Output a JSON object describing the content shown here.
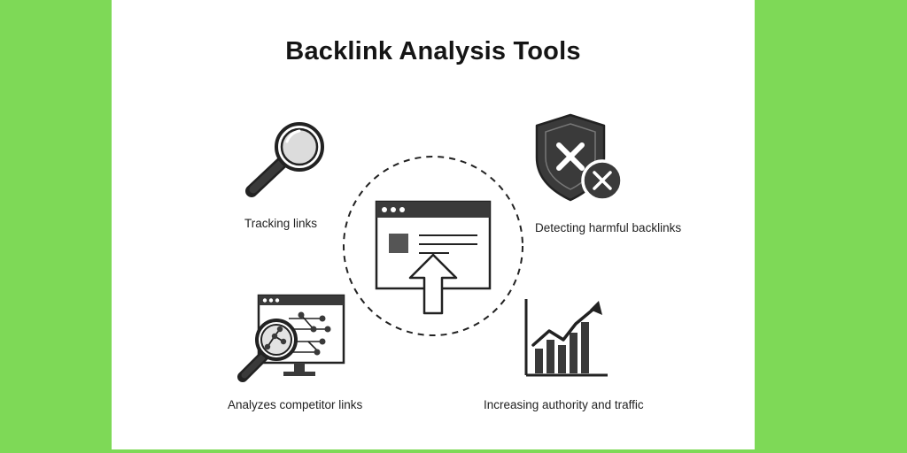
{
  "title": "Backlink Analysis Tools",
  "features": {
    "tracking": "Tracking links",
    "harmful": "Detecting harmful backlinks",
    "competitor": "Analyzes competitor links",
    "authority": "Increasing authority and traffic"
  },
  "icons": {
    "top_left": "magnifying-glass-icon",
    "top_right": "shield-x-icon",
    "center": "browser-upload-icon",
    "bottom_left": "monitor-search-network-icon",
    "bottom_right": "bar-chart-growth-icon"
  },
  "colors": {
    "background": "#7ed957",
    "card": "#ffffff",
    "ink": "#222222",
    "icon_fill": "#3a3a3a"
  }
}
